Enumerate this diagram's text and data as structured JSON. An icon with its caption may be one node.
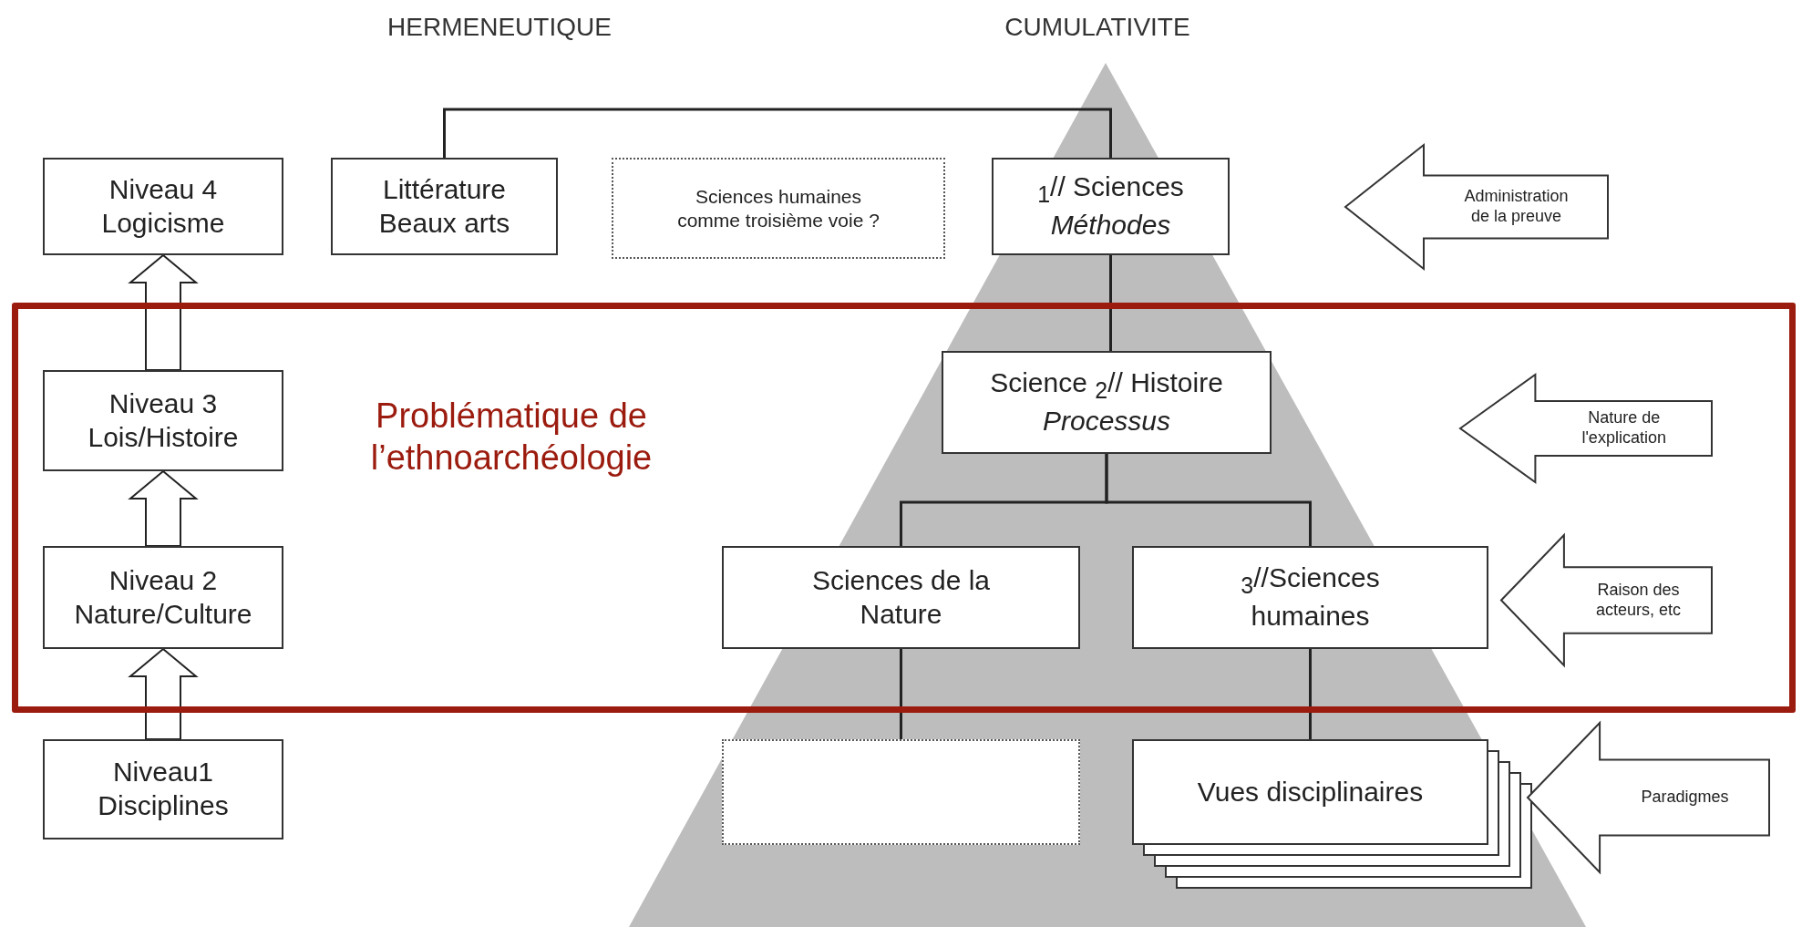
{
  "diagram": {
    "nodes": [
      {
        "text": [
          "Niveau 4",
          "Logicisme"
        ]
      },
      {
        "text": [
          "Littérature",
          "Beaux arts"
        ]
      },
      {
        "text": [
          "Sciences humaines comme troisième voie ?"
        ]
      },
      {
        "text": [
          "$_{1}$// Sciences",
          "Méthodes"
        ]
      },
      {
        "text": [
          "Administration de la preuve"
        ]
      },
      {
        "text": [
          "Problématique de l’ethnoarchéologie"
        ]
      },
      {
        "text": [
          "Niveau 3",
          "Lois/Histoire"
        ],
        "in": 5
      },
      {
        "text": [
          "Science $_{2}$// Histoire",
          "Processus"
        ],
        "in": 5
      },
      {
        "text": [
          "Nature de l'explication"
        ],
        "in": 5
      },
      {
        "text": [
          "Niveau 2",
          "Nature/Culture"
        ],
        "in": 5
      },
      {
        "text": [
          "Sciences de la Nature"
        ],
        "in": 5
      },
      {
        "text": [
          "$_{3}$//Sciences humaines"
        ],
        "in": 5
      },
      {
        "text": [
          "Raison des acteurs, etc"
        ],
        "in": 5
      },
      {
        "text": [
          "Niveau1",
          "Disciplines"
        ]
      },
      {
        "text": [],
        "shape": "box"
      },
      {
        "text": [
          "Vues disciplinaires"
        ]
      },
      {
        "text": [
          "Paradigmes"
        ]
      }
    ],
    "edges": [
      {
        "from": 13,
        "to": 9,
        "arrow": "to"
      },
      {
        "from": 9,
        "to": 6,
        "arrow": "to"
      },
      {
        "from": 6,
        "to": 0,
        "arrow": "to"
      },
      {
        "from": 1,
        "to": 3,
        "arrow": "none"
      },
      {
        "from": 3,
        "to": 7,
        "arrow": "none"
      },
      {
        "from": 7,
        "to": 10,
        "arrow": "none"
      },
      {
        "from": 7,
        "to": 11,
        "arrow": "none"
      },
      {
        "from": 10,
        "to": 14,
        "arrow": "none"
      },
      {
        "from": 11,
        "to": 15,
        "arrow": "none"
      }
    ],
    "labels": [
      "HERMENEUTIQUE",
      "CUMULATIVITE"
    ]
  }
}
